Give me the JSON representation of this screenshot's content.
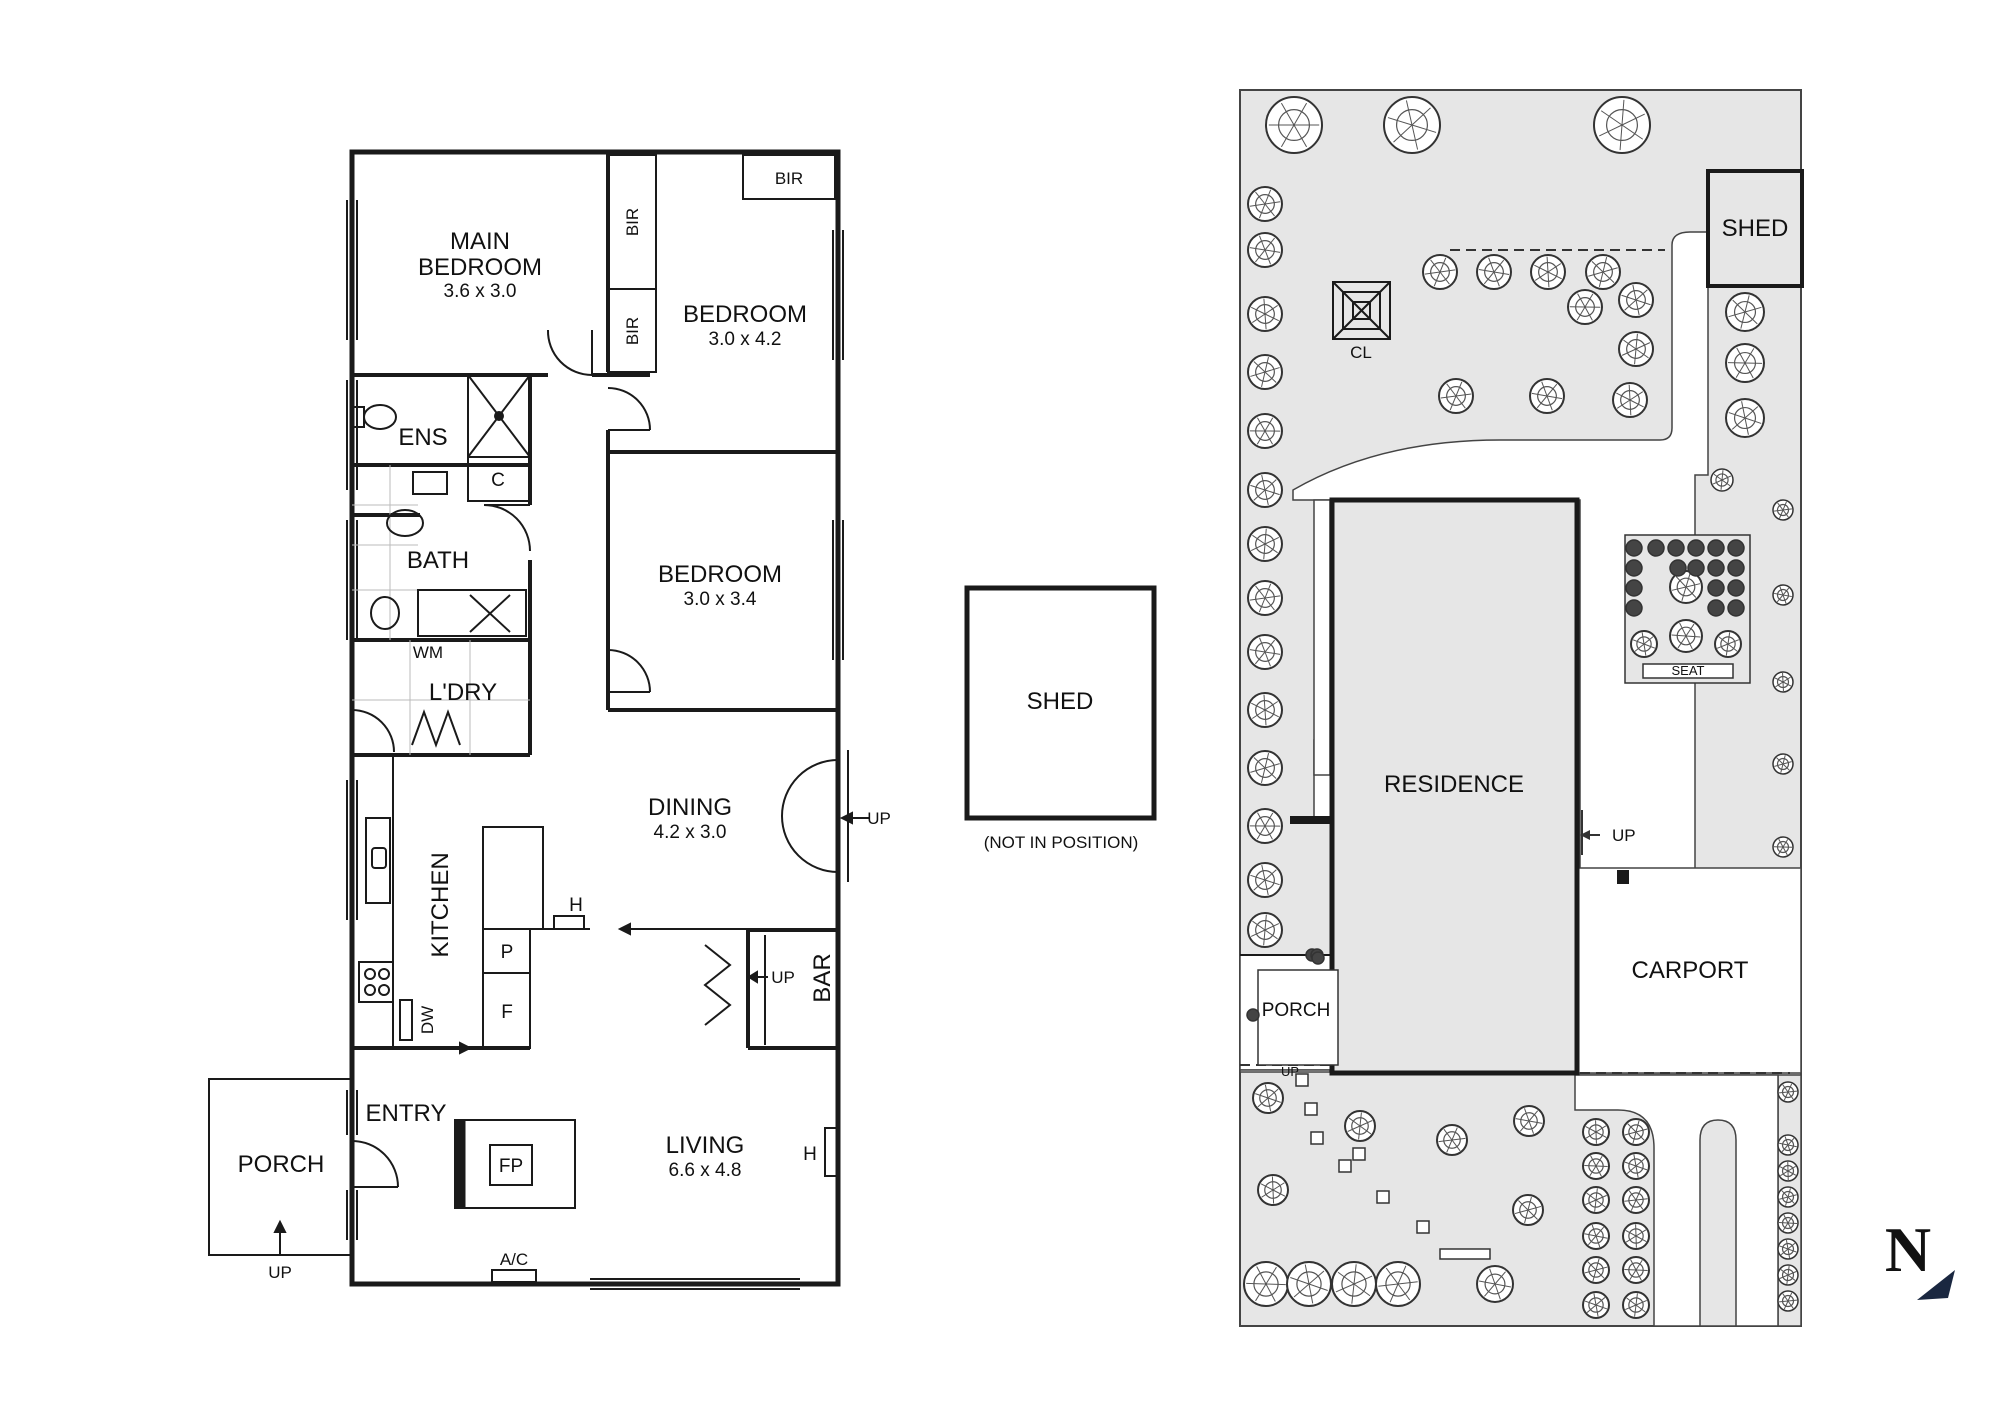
{
  "floor_plan": {
    "rooms": {
      "main_bedroom": {
        "name_line1": "MAIN",
        "name_line2": "BEDROOM",
        "dims": "3.6 x 3.0"
      },
      "bedroom_2": {
        "name": "BEDROOM",
        "dims": "3.0 x 4.2"
      },
      "bedroom_3": {
        "name": "BEDROOM",
        "dims": "3.0 x 3.4"
      },
      "ensuite": {
        "name": "ENS"
      },
      "bath": {
        "name": "BATH"
      },
      "laundry": {
        "name": "L'DRY"
      },
      "dining": {
        "name": "DINING",
        "dims": "4.2 x 3.0"
      },
      "kitchen": {
        "name": "KITCHEN"
      },
      "living": {
        "name": "LIVING",
        "dims": "6.6 x 4.8"
      },
      "entry": {
        "name": "ENTRY"
      },
      "porch": {
        "name": "PORCH"
      },
      "bar": {
        "name": "BAR"
      }
    },
    "fixtures": {
      "bir_top_right": "BIR",
      "bir_upper": "BIR",
      "bir_lower": "BIR",
      "cupboard": "C",
      "washing_machine": "WM",
      "pantry": "P",
      "fridge": "F",
      "dishwasher": "DW",
      "heater_kitchen": "H",
      "heater_living": "H",
      "fireplace": "FP",
      "air_conditioner": "A/C"
    },
    "up_labels": {
      "porch": "UP",
      "dining": "UP",
      "bar": "UP"
    }
  },
  "detached_shed": {
    "name": "SHED",
    "note": "(NOT IN POSITION)"
  },
  "site_plan": {
    "residence": "RESIDENCE",
    "carport": "CARPORT",
    "shed": "SHED",
    "porch": "PORCH",
    "clothesline": "CL",
    "seat": "SEAT",
    "up_side": "UP",
    "up_porch": "UP"
  },
  "compass": {
    "letter": "N"
  },
  "colors": {
    "wall": "#1a1a1a",
    "site_fill": "#e6e6e6",
    "background": "#ffffff",
    "tree_stroke": "#333333"
  }
}
